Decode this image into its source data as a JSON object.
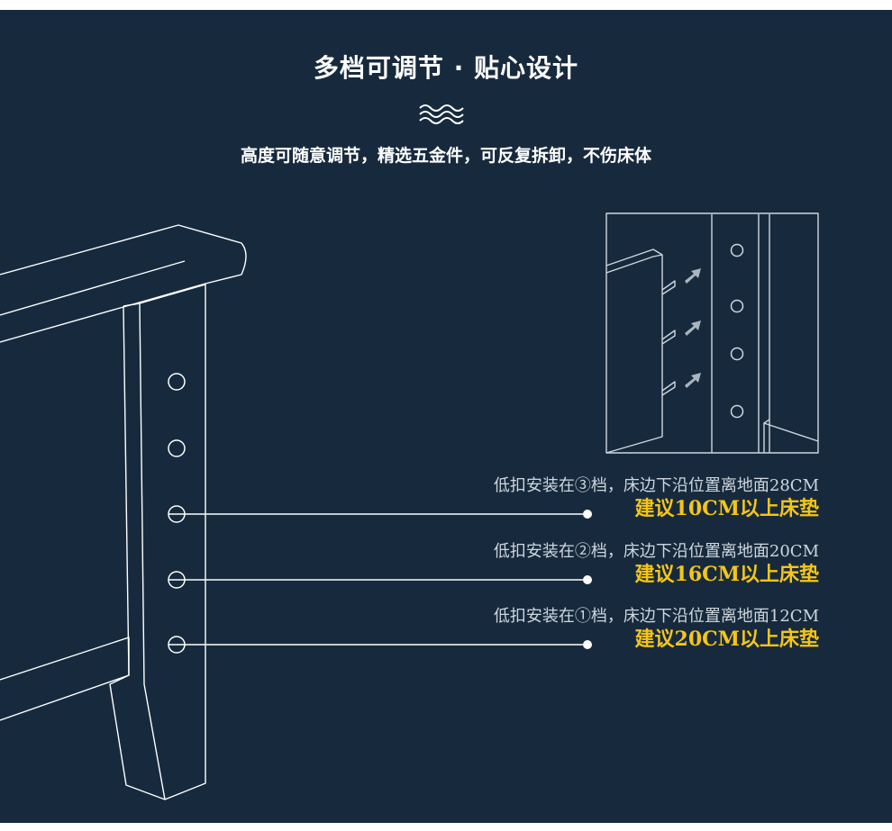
{
  "header": {
    "title": "多档可调节 · 贴心设计",
    "subtitle": "高度可随意调节，精选五金件，可反复拆卸，不伤床体"
  },
  "icons": {
    "divider": "wave-lines-icon"
  },
  "notes": [
    {
      "line1": "低扣安装在③档，床边下沿位置离地面28CM",
      "line2": "建议10CM以上床垫"
    },
    {
      "line1": "低扣安装在②档，床边下沿位置离地面20CM",
      "line2": "建议16CM以上床垫"
    },
    {
      "line1": "低扣安装在①档，床边下沿位置离地面12CM",
      "line2": "建议20CM以上床垫"
    }
  ],
  "colors": {
    "background": "#172a3d",
    "highlight": "#f5c518",
    "line": "#ffffff"
  }
}
